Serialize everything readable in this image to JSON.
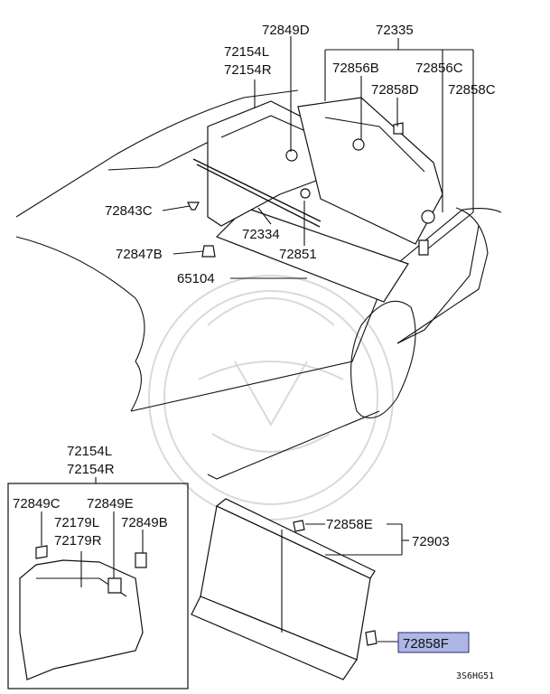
{
  "labels": {
    "l_72849D": "72849D",
    "l_72335": "72335",
    "l_72154L_top": "72154L",
    "l_72154R_top": "72154R",
    "l_72856B": "72856B",
    "l_72856C": "72856C",
    "l_72858D": "72858D",
    "l_72858C": "72858C",
    "l_72843C": "72843C",
    "l_72334": "72334",
    "l_72847B": "72847B",
    "l_72851": "72851",
    "l_65104": "65104",
    "l_72154L_bot": "72154L",
    "l_72154R_bot": "72154R",
    "l_72849C": "72849C",
    "l_72849E": "72849E",
    "l_72179L": "72179L",
    "l_72849B": "72849B",
    "l_72179R": "72179R",
    "l_72858E": "72858E",
    "l_72903": "72903",
    "l_72858F": "72858F"
  },
  "code": "3S6HG51",
  "colors": {
    "highlight_fill": "#aeb6e6",
    "highlight_border": "#2a2a6e",
    "watermark": "#d9d9d9",
    "line": "#111111"
  }
}
